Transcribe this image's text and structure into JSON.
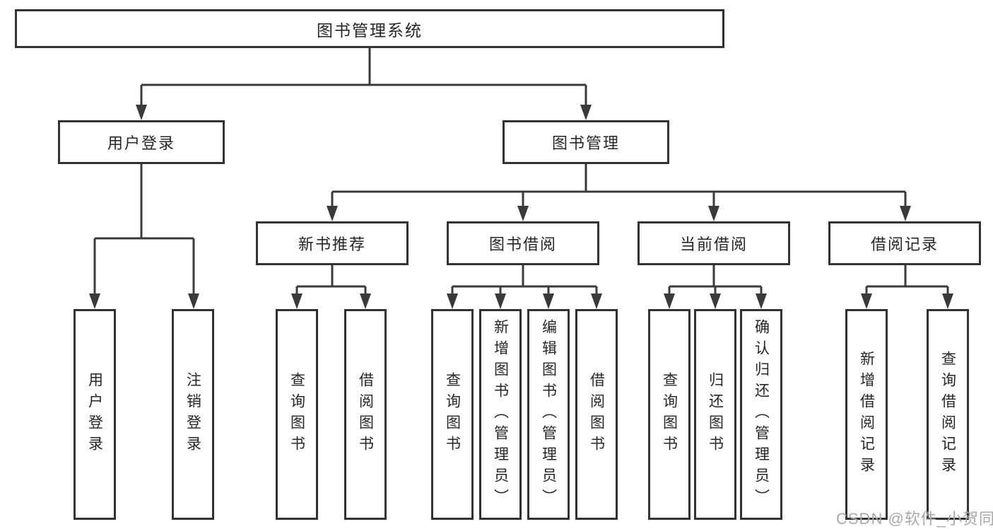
{
  "diagram": {
    "type": "function-structure-tree",
    "colors": {
      "line": "#3a3a3a",
      "box_border": "#333333",
      "text": "#262626",
      "watermark": "#a9a9a9",
      "background": "#ffffff"
    },
    "tree": {
      "label": "图书管理系统",
      "children": [
        {
          "label": "用户登录",
          "children": [
            {
              "label": "用户登录"
            },
            {
              "label": "注销登录"
            }
          ]
        },
        {
          "label": "图书管理",
          "children": [
            {
              "label": "新书推荐",
              "children": [
                {
                  "label": "查询图书"
                },
                {
                  "label": "借阅图书"
                }
              ]
            },
            {
              "label": "图书借阅",
              "children": [
                {
                  "label": "查询图书"
                },
                {
                  "label": "新增图书（管理员）"
                },
                {
                  "label": "编辑图书（管理员）"
                },
                {
                  "label": "借阅图书"
                }
              ]
            },
            {
              "label": "当前借阅",
              "children": [
                {
                  "label": "查询图书"
                },
                {
                  "label": "归还图书"
                },
                {
                  "label": "确认归还（管理员）"
                }
              ]
            },
            {
              "label": "借阅记录",
              "children": [
                {
                  "label": "新增借阅记录"
                },
                {
                  "label": "查询借阅记录"
                }
              ]
            }
          ]
        }
      ]
    },
    "watermark": {
      "text": "CSDN @软件_小贺同学"
    }
  }
}
